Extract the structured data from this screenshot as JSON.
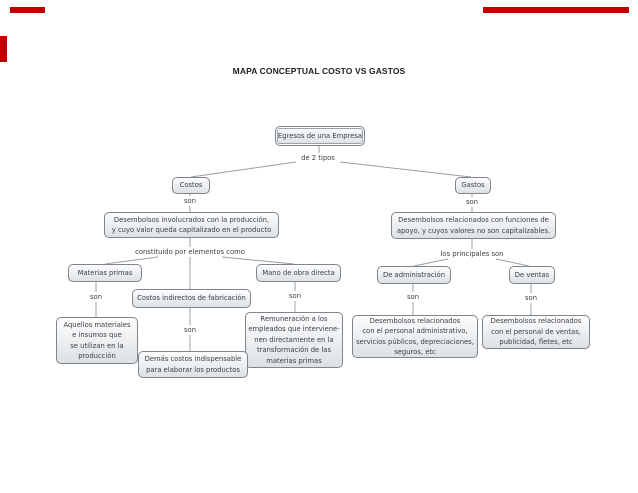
{
  "slide": {
    "title": "MAPA CONCEPTUAL COSTO VS GASTOS"
  },
  "colors": {
    "accent_red": "#c00000",
    "node_border": "#7e868d",
    "node_fill_top": "#fdfdfe",
    "node_fill_bottom": "#dde1e4",
    "node_text": "#3a4045",
    "line_gray": "#98a0a5",
    "title_text": "#1f1f1f"
  },
  "nodes": {
    "egresos": "Egresos de una Empresa",
    "costos": "Costos",
    "gastos": "Gastos",
    "costos_desc": "Desembolsos involucrados con la producción,\ny cuyo valor queda capitalizado en el producto",
    "gastos_desc": "Desembolsos relacionados con funciones de\napoyo, y cuyos valores no son capitalizables.",
    "materias_primas": "Materias primas",
    "mano_obra_directa": "Mano de obra directa",
    "costos_indirectos": "Costos indirectos de fabricación",
    "de_administracion": "De administración",
    "de_ventas": "De ventas",
    "aquellos_materiales": "Aquellos materiales\ne insumos que\nse utilizan en la\nproducción",
    "demas_costos": "Demás costos indispensable\npara elaborar los productos",
    "remuneracion": "Remuneración a los\nempleados que interviene-\nnen directamente en la\ntransformación de las\nmaterias primas",
    "desembolsos_admin": "Desembolsos relacionados\ncon el personal administrativo,\nservicios públicos, depreciaciones,\nseguros, etc",
    "desembolsos_ventas": "Desembolsos relacionados\ncon el personal de ventas,\npublicidad, fletes, etc"
  },
  "link_labels": {
    "de_2_tipos": "de 2 tipos",
    "son": "son",
    "constituido": "constituido por elementos como",
    "principales": "los principales son"
  }
}
